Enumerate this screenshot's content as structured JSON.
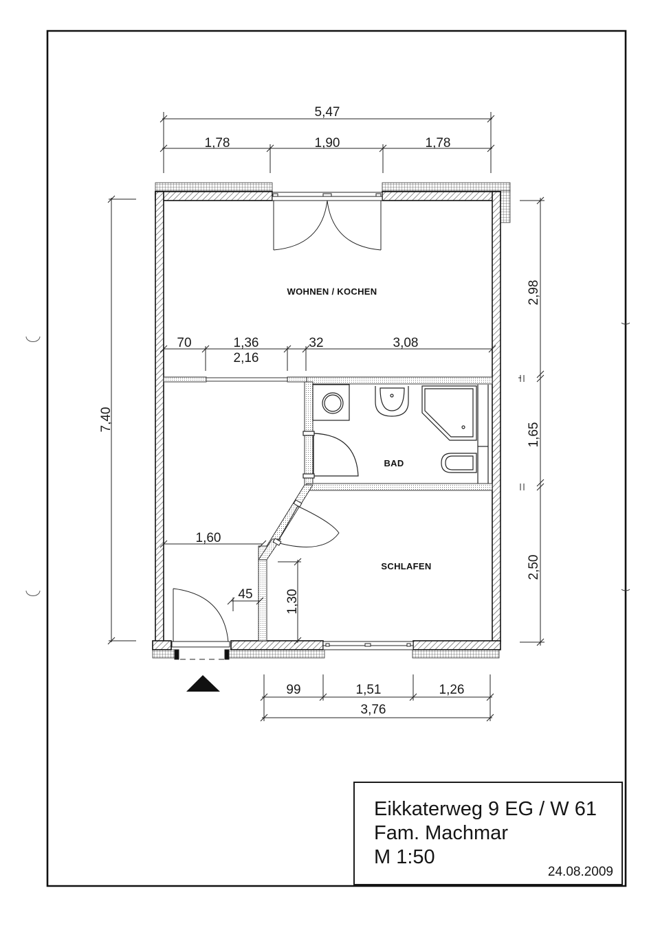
{
  "drawing": {
    "type": "floor plan",
    "scale": "M 1:50"
  },
  "rooms": [
    {
      "id": "wohnen",
      "label": "WOHNEN / KOCHEN"
    },
    {
      "id": "bad",
      "label": "BAD"
    },
    {
      "id": "schlafen",
      "label": "SCHLAFEN"
    }
  ],
  "dimensions": {
    "top_total": "5,47",
    "top_segments": [
      "1,78",
      "1,90",
      "1,78"
    ],
    "left_total": "7,40",
    "right_segments": [
      "2,98",
      "1,65",
      "2,50"
    ],
    "inner_row": [
      "70",
      "1,36",
      "32",
      "3,08"
    ],
    "inner_sub": "2,16",
    "hall_width": "1,60",
    "wall_offset": "45",
    "wall_height": "1,30",
    "bottom_segments": [
      "99",
      "1,51",
      "1,26"
    ],
    "bottom_total": "3,76"
  },
  "entrance_marker": "entrance-arrow",
  "title_block": {
    "line1": "Eikkaterweg 9  EG / W 61",
    "line2": "Fam. Machmar",
    "line3": "M 1:50",
    "date": "24.08.2009"
  }
}
